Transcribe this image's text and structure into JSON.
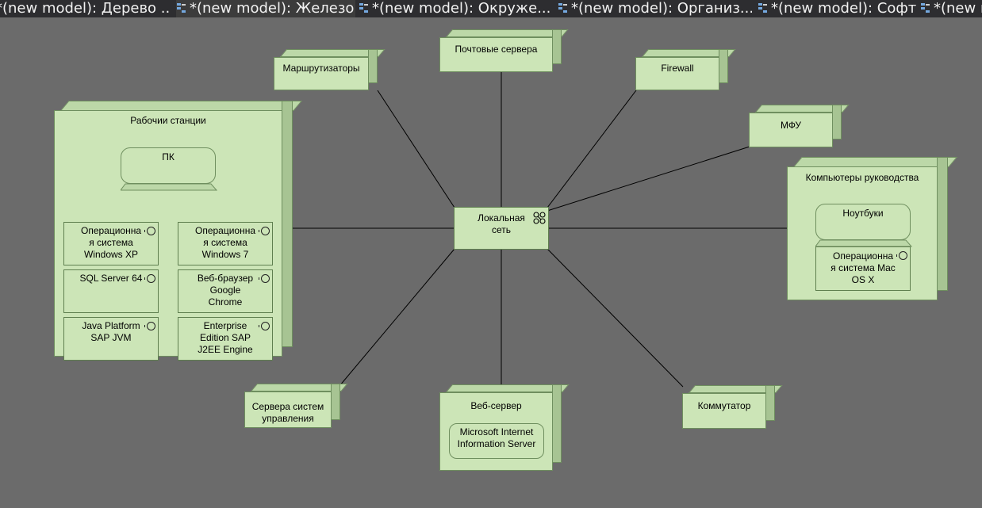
{
  "tabs": [
    {
      "label": "*(new model): Дерево ...",
      "active": false
    },
    {
      "label": "*(new model): Железо",
      "active": true
    },
    {
      "label": "*(new model): Окруже...",
      "active": false
    },
    {
      "label": "*(new model): Организ...",
      "active": false
    },
    {
      "label": "*(new model): Софт",
      "active": false
    },
    {
      "label": "*(new m",
      "active": false
    }
  ],
  "colors": {
    "node_face": "#cce5b7",
    "node_top": "#bcd8a8",
    "node_side": "#a7c493",
    "background": "#6b6b6b",
    "tabbar": "#2d2d30"
  },
  "diagram": {
    "center": {
      "label_l1": "Локальная",
      "label_l2": "сеть",
      "icon": "network-icon"
    },
    "nodes": {
      "routers": "Маршрутизаторы",
      "mail": "Почтовые сервера",
      "firewall": "Firewall",
      "mfu": "МФУ",
      "workstations": "Рабочии станции",
      "pc": "ПК",
      "mgmt_l1": "Сервера систем",
      "mgmt_l2": "управления",
      "webserver": "Веб-сервер",
      "iis_l1": "Microsoft Internet",
      "iis_l2": "Information Server",
      "switch": "Коммутатор",
      "exec": "Компьютеры руководства",
      "laptops": "Ноутбуки",
      "macos_l1": "Операционна",
      "macos_l2": "я система Mac",
      "macos_l3": "OS X"
    },
    "components": {
      "winxp": [
        "Операционна",
        "я система",
        "Windows XP"
      ],
      "win7": [
        "Операционна",
        "я система",
        "Windows 7"
      ],
      "sql": [
        "SQL Server 64"
      ],
      "chrome": [
        "Веб-браузер",
        "Google",
        "Chrome"
      ],
      "jvm": [
        "Java Platform",
        "SAP JVM"
      ],
      "j2ee": [
        "Enterprise",
        "Edition SAP",
        "J2EE Engine"
      ]
    }
  }
}
